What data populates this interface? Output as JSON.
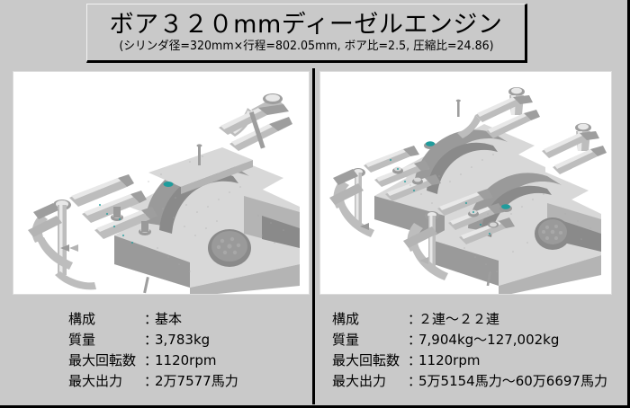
{
  "title": {
    "main": "ボア３２０mmディーゼルエンジン",
    "subtitle": "(シリンダ径=320mm×行程=802.05mm, ボア比=2.5, 圧縮比=24.86)"
  },
  "colors": {
    "background": "#c9c9c9",
    "border": "#000000",
    "image_background": "#ffffff",
    "accent_teal": "#1f9c9c",
    "metal_light": "#d8d8d8",
    "metal_mid": "#b4b4b4",
    "metal_dark": "#8a8a8a"
  },
  "panels": [
    {
      "id": "left",
      "image_name": "engine-render-single",
      "image_alt": "基本構成ディーゼルエンジン 3D CAD レンダリング",
      "specs": [
        {
          "label": "構成",
          "colon": "：",
          "value": "基本"
        },
        {
          "label": "質量",
          "colon": "：",
          "value": "3,783kg"
        },
        {
          "label": "最大回転数",
          "colon": "：",
          "value": "1120rpm"
        },
        {
          "label": "最大出力",
          "colon": "：",
          "value": "2万7577馬力"
        }
      ]
    },
    {
      "id": "right",
      "image_name": "engine-render-multi",
      "image_alt": "2連〜22連構成ディーゼルエンジン 3D CAD レンダリング",
      "specs": [
        {
          "label": "構成",
          "colon": "：",
          "value": "２連〜２２連"
        },
        {
          "label": "質量",
          "colon": "：",
          "value": "7,904kg〜127,002kg"
        },
        {
          "label": "最大回転数",
          "colon": "：",
          "value": "1120rpm"
        },
        {
          "label": "最大出力",
          "colon": "：",
          "value": "5万5154馬力〜60万6697馬力"
        }
      ]
    }
  ]
}
